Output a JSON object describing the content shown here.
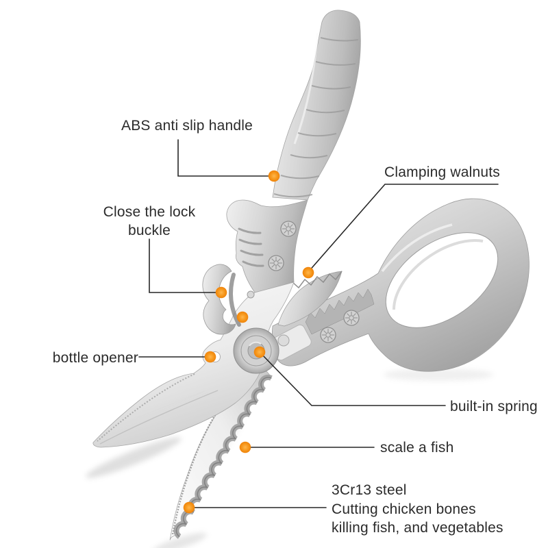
{
  "page": {
    "background": "#ffffff",
    "description": "Annotated product diagram of multifunction kitchen shears"
  },
  "colors": {
    "accent_dot": "#F28A10",
    "leader_line": "#262626",
    "label_text": "#2b2b2b",
    "metal_light": "#f2f2f2",
    "metal_mid": "#c9c9c9",
    "metal_dark": "#9a9a9a"
  },
  "callouts": {
    "abs_handle": {
      "label": "ABS anti slip handle"
    },
    "clamping_walnuts": {
      "label": "Clamping walnuts"
    },
    "lock_buckle": {
      "line1": "Close the lock",
      "line2": "buckle"
    },
    "bottle_opener": {
      "label": "bottle opener"
    },
    "built_in_spring": {
      "label": "built-in spring"
    },
    "scale_fish": {
      "label": "scale a fish"
    },
    "steel": {
      "line1": "3Cr13 steel",
      "line2": "Cutting chicken bones",
      "line3": "killing fish, and vegetables"
    }
  }
}
